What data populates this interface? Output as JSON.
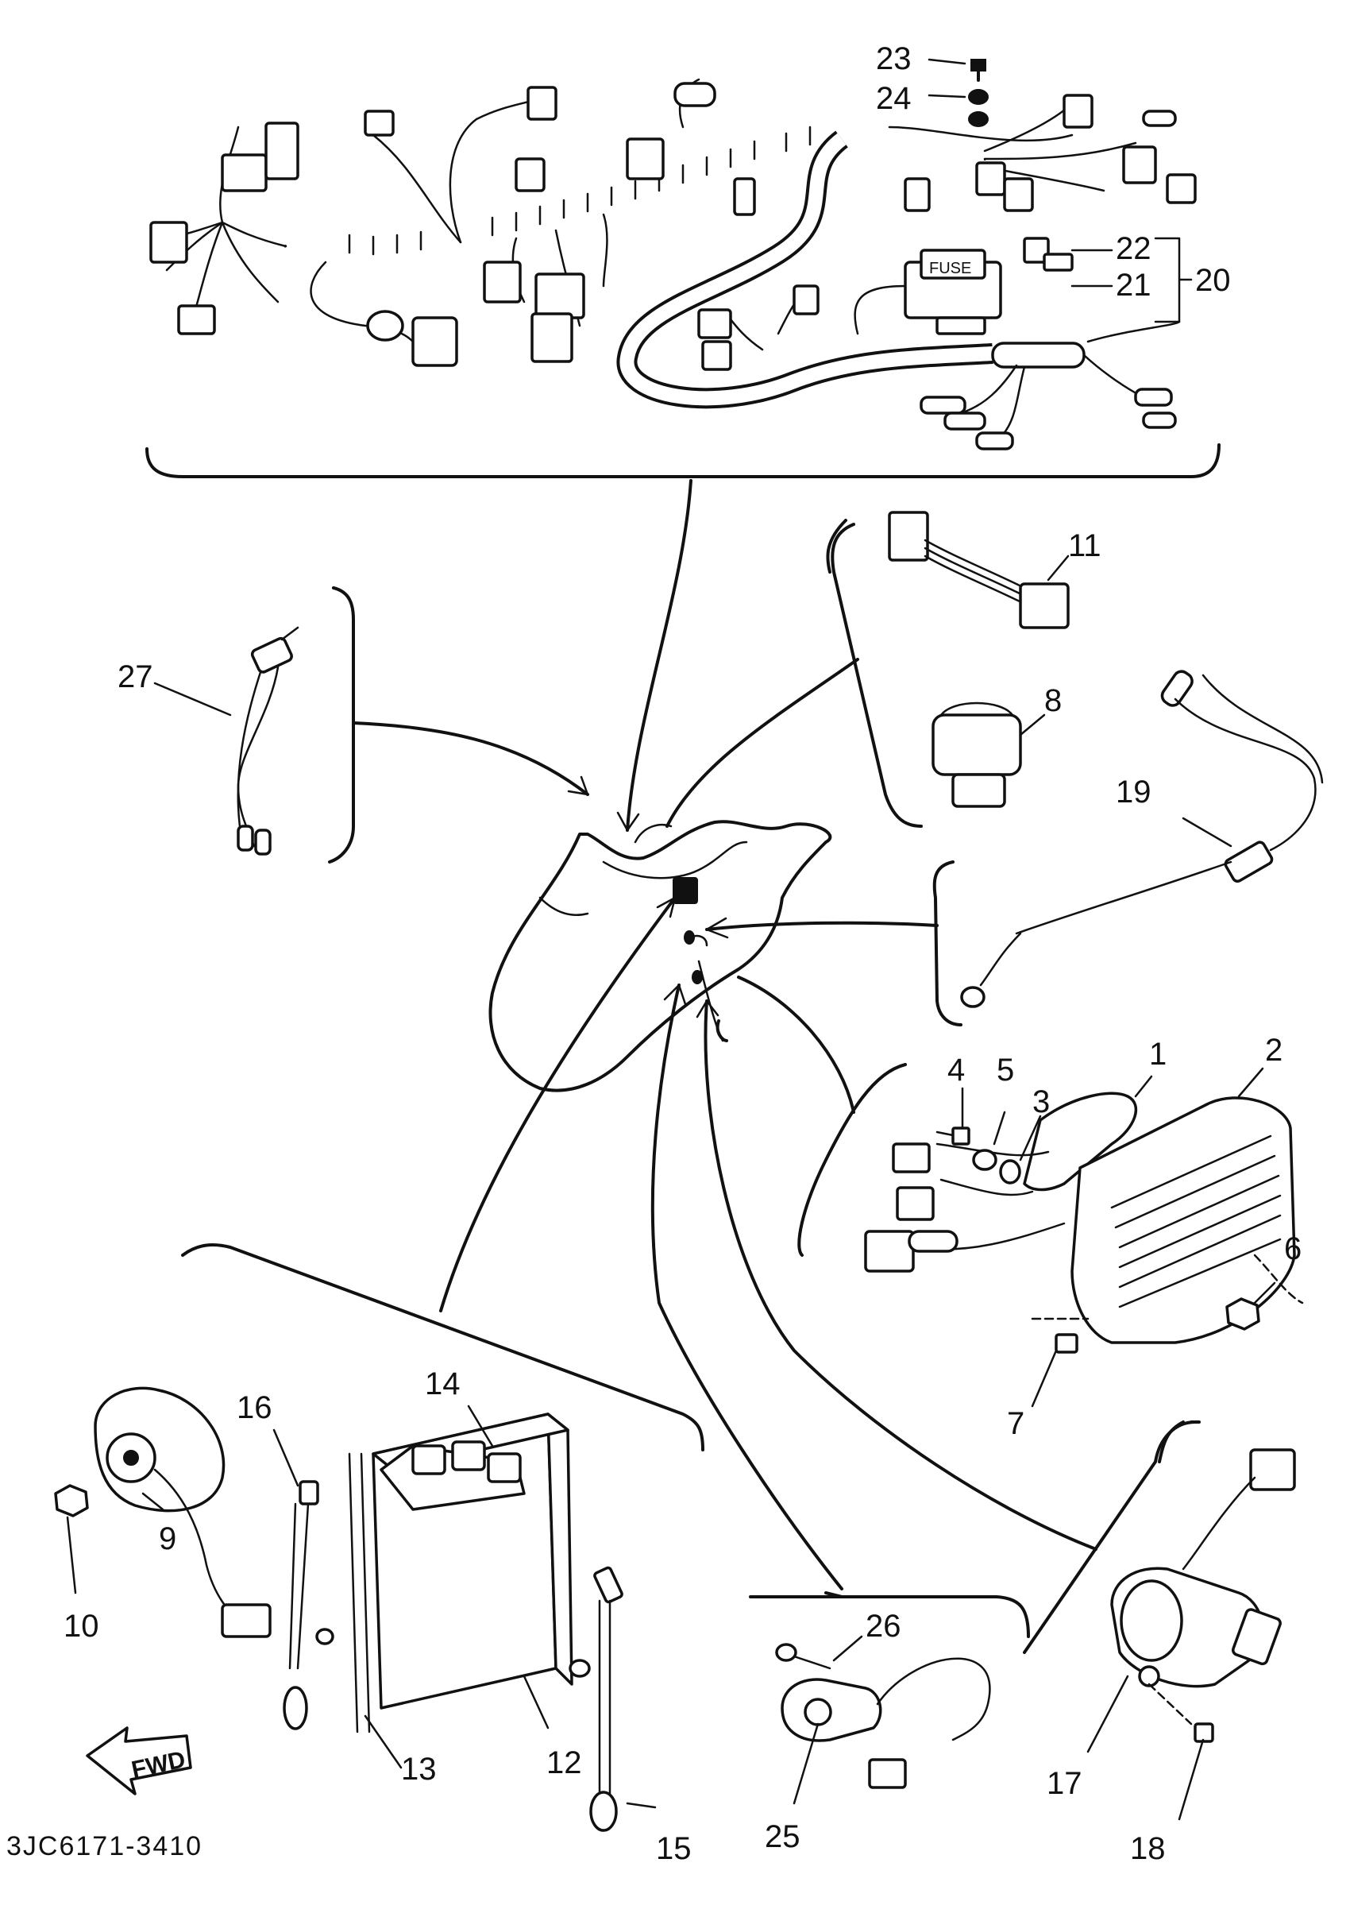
{
  "callouts": {
    "c1": "1",
    "c2": "2",
    "c3": "3",
    "c4": "4",
    "c5": "5",
    "c6": "6",
    "c7": "7",
    "c8": "8",
    "c9": "9",
    "c10": "10",
    "c11": "11",
    "c12": "12",
    "c13": "13",
    "c14": "14",
    "c15": "15",
    "c16": "16",
    "c17": "17",
    "c18": "18",
    "c19": "19",
    "c20": "20",
    "c21": "21",
    "c22": "22",
    "c23": "23",
    "c24": "24",
    "c25": "25",
    "c26": "26",
    "c27": "27"
  },
  "fuse_label": "FUSE",
  "fwd_label": "FWD",
  "drawing_code": "3JC6171-3410"
}
